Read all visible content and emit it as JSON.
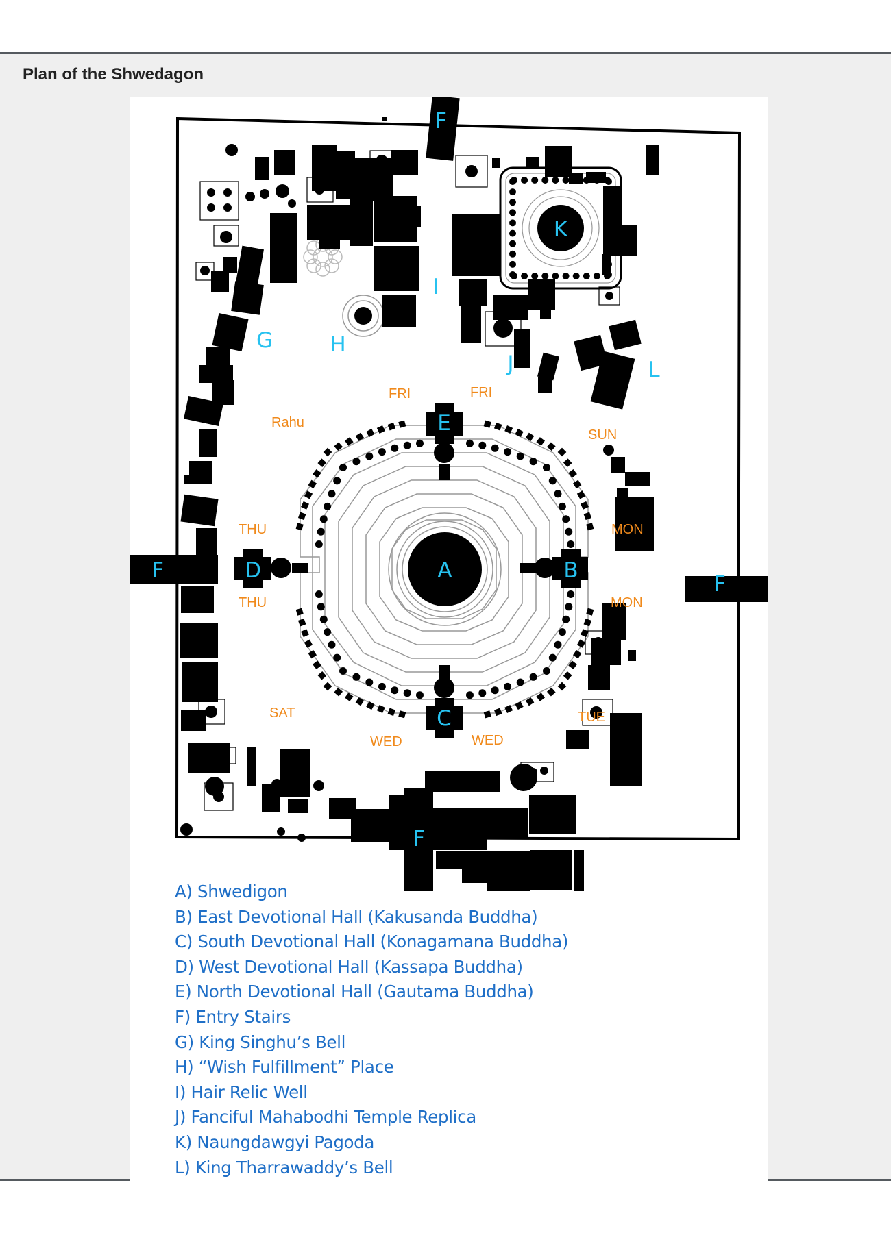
{
  "page": {
    "caption": "Plan of the Shwedagon"
  },
  "map": {
    "features": {
      "A": "A",
      "B": "B",
      "C": "C",
      "D": "D",
      "E": "E",
      "F": "F",
      "G": "G",
      "H": "H",
      "I": "I",
      "J": "J",
      "K": "K",
      "L": "L"
    },
    "days": {
      "fri": "FRI",
      "rahu": "Rahu",
      "sun": "SUN",
      "mon": "MON",
      "thu": "THU",
      "sat": "SAT",
      "tue": "TUE",
      "wed": "WED"
    },
    "colors": {
      "building": "#000000",
      "feature_label": "#27c2f0",
      "day_label": "#f08a1c",
      "legend_text": "#1f6fc7",
      "panel_background": "#efefef",
      "panel_border": "#555a5f"
    }
  },
  "legend": [
    "A) Shwedigon",
    "B) East Devotional Hall (Kakusanda Buddha)",
    "C) South Devotional Hall (Konagamana Buddha)",
    "D) West Devotional Hall (Kassapa Buddha)",
    "E) North Devotional Hall (Gautama Buddha)",
    "F) Entry Stairs",
    "G) King Singhu’s Bell",
    "H) “Wish Fulfillment” Place",
    "I) Hair Relic Well",
    "J) Fanciful Mahabodhi Temple Replica",
    "K) Naungdawgyi Pagoda",
    "L) King Tharrawaddy’s Bell"
  ]
}
